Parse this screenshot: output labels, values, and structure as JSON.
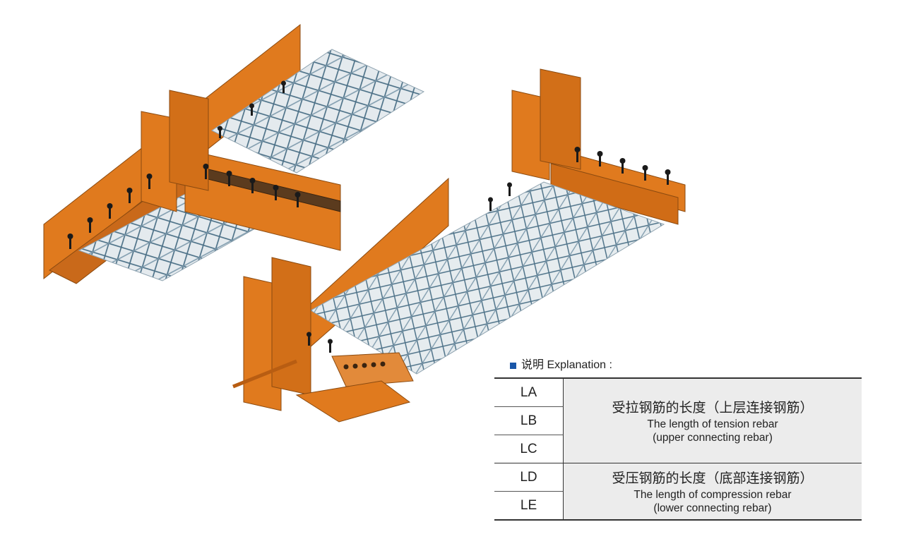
{
  "legend": {
    "title": "说明 Explanation :",
    "marker_color": "#1a56a8",
    "rows": [
      {
        "code": "LA"
      },
      {
        "code": "LB"
      },
      {
        "code": "LC"
      },
      {
        "code": "LD"
      },
      {
        "code": "LE"
      }
    ],
    "groups": [
      {
        "zh": "受拉钢筋的长度（上层连接钢筋）",
        "en_line1": "The length of tension rebar",
        "en_line2": "(upper connecting rebar)"
      },
      {
        "zh": "受压钢筋的长度（底部连接钢筋）",
        "en_line1": "The length of compression rebar",
        "en_line2": "(lower connecting rebar)"
      }
    ]
  },
  "colors": {
    "steel_orange": "#e07a1e",
    "steel_shadow": "#b85d12",
    "deck_silver": "#dfe6ea",
    "truss_blue": "#4a6f86"
  }
}
